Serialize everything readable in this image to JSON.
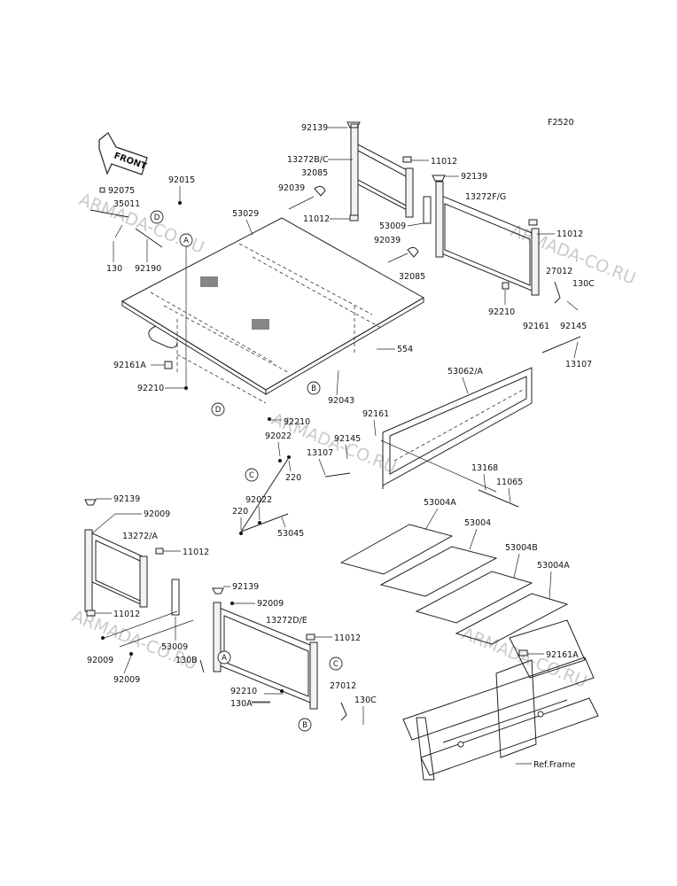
{
  "figure_code": "F2520",
  "front_arrow_label": "FRONT",
  "watermark": "ARMADA-CO.RU",
  "ref_markers": {
    "a": "A",
    "b": "B",
    "c": "C",
    "d": "D"
  },
  "frame_label": "Ref.Frame",
  "part_labels": {
    "p92139_top": "92139",
    "p13272bc": "13272B/C",
    "p32085_top": "32085",
    "p92039_top": "92039",
    "p11012_tl": "11012",
    "p11012_tr": "11012",
    "p92139_tr": "92139",
    "p13272fg": "13272F/G",
    "p53009_top": "53009",
    "p11012_r": "11012",
    "p92039_r": "92039",
    "p32085_r": "32085",
    "p27012_top": "27012",
    "p130c_top": "130C",
    "p92210_r": "92210",
    "p92075": "92075",
    "p92015": "92015",
    "p35011": "35011",
    "p130_l": "130",
    "p92190": "92190",
    "p53029": "53029",
    "p92161a_l": "92161A",
    "p92210_l": "92210",
    "p92210_m": "92210",
    "p92043": "92043",
    "p554": "554",
    "p92161_r": "92161",
    "p92145_r": "92145",
    "p13107_r": "13107",
    "p53062a": "53062/A",
    "p92161_m": "92161",
    "p92145_m": "92145",
    "p13107_m": "13107",
    "p92022_a": "92022",
    "p220_a": "220",
    "p92022_b": "92022",
    "p220_b": "220",
    "p53045": "53045",
    "p13168": "13168",
    "p11065": "11065",
    "p53004a_1": "53004A",
    "p53004": "53004",
    "p53004b": "53004B",
    "p53004a_2": "53004A",
    "p92139_l": "92139",
    "p92009_l": "92009",
    "p13272a": "13272/A",
    "p11012_l1": "11012",
    "p11012_l2": "11012",
    "p53009_b": "53009",
    "p130b": "130B",
    "p92009_b1": "92009",
    "p92009_b2": "92009",
    "p92139_b": "92139",
    "p92009_b3": "92009",
    "p13272de": "13272D/E",
    "p11012_b": "11012",
    "p92210_b": "92210",
    "p130a": "130A",
    "p27012_b": "27012",
    "p130c_b": "130C",
    "p92161a_r": "92161A"
  }
}
